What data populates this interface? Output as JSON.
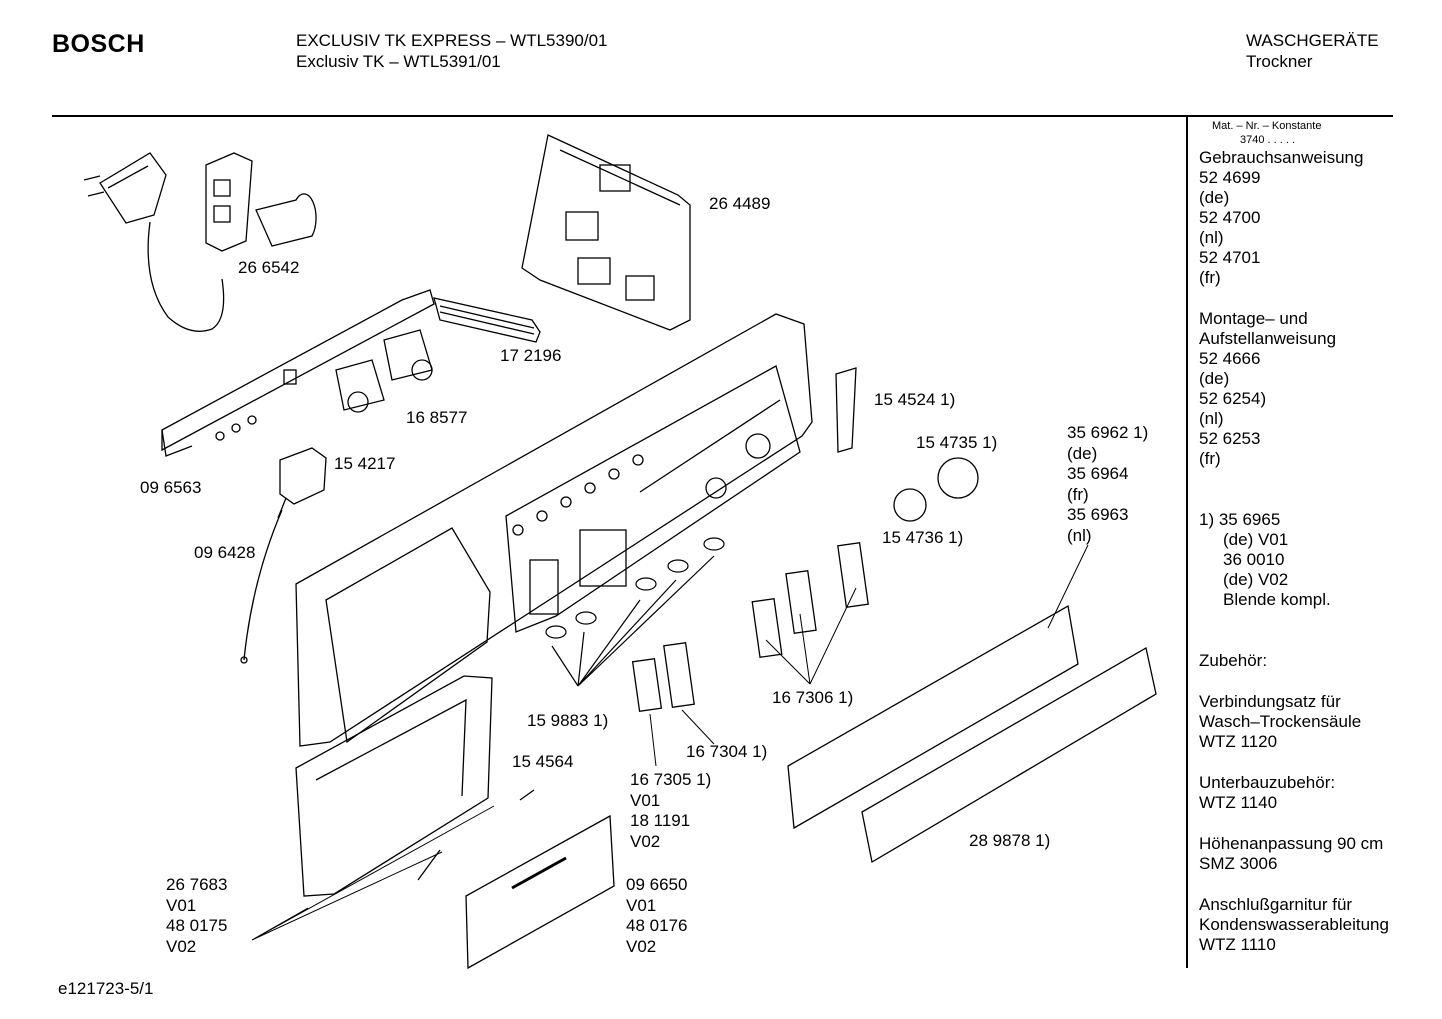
{
  "header": {
    "brand": "BOSCH",
    "model_line_1": "EXCLUSIV TK EXPRESS – WTL5390/01",
    "model_line_2": "Exclusiv TK – WTL5391/01",
    "category_line_1": "WASCHGERÄTE",
    "category_line_2": "Trockner"
  },
  "footer": {
    "drawing_id": "e121723-5/1"
  },
  "part_labels": {
    "p266542": "26 6542",
    "p264489": "26 4489",
    "p172196": "17 2196",
    "p154524": "15 4524 1)",
    "p168577": "16 8577",
    "p154735": "15 4735 1)",
    "p154217": "15 4217",
    "p096563": "09 6563",
    "p154736": "15 4736 1)",
    "p096428": "09 6428",
    "p356962": [
      "35 6962 1)",
      "(de)",
      "35 6964",
      "(fr)",
      "35 6963",
      "(nl)"
    ],
    "p167306": "16 7306 1)",
    "p159883": "15 9883 1)",
    "p167304": "16 7304 1)",
    "p154564": "15 4564",
    "p167305": [
      "16 7305 1)",
      "V01",
      "18 1191",
      "V02"
    ],
    "p289878": "28 9878 1)",
    "p267683": [
      "26 7683",
      "V01",
      "48 0175",
      "V02"
    ],
    "p096650": [
      "09 6650",
      "V01",
      "48 0176",
      "V02"
    ]
  },
  "sidebar": {
    "mat_title": "Mat. – Nr. – Konstante",
    "mat_value": "3740  .  .  .  .  .",
    "groups": [
      [
        "Gebrauchsanweisung",
        "52 4699",
        "(de)",
        "52 4700",
        "(nl)",
        "52 4701",
        "(fr)"
      ],
      [
        "Montage– und",
        "Aufstellanweisung",
        "52 4666",
        "(de)",
        "52 6254)",
        "(nl)",
        "52 6253",
        "(fr)"
      ]
    ],
    "footnote": [
      "1) 35 6965",
      "(de) V01",
      "36 0010",
      "(de) V02",
      "Blende kompl."
    ],
    "accessories": [
      [
        "Zubehör:"
      ],
      [
        "Verbindungsatz für",
        "Wasch–Trockensäule",
        "WTZ 1120"
      ],
      [
        "Unterbauzubehör:",
        "WTZ 1140"
      ],
      [
        "Höhenanpassung 90 cm",
        "SMZ 3006"
      ],
      [
        "Anschlußgarnitur für",
        "Kondenswasserableitung",
        "WTZ 1110"
      ]
    ]
  }
}
